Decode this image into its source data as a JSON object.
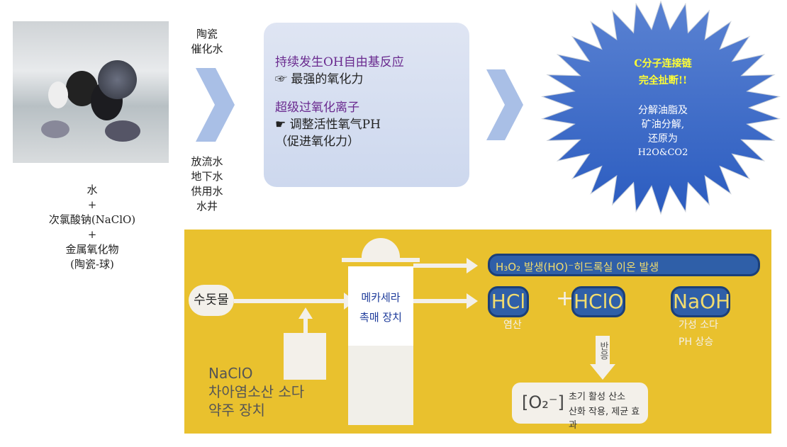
{
  "left_caption": {
    "lines": [
      "水",
      "+",
      "次氯酸钠(NaClO)",
      "+",
      "金属氧化物",
      "(陶瓷-球)"
    ]
  },
  "top_label": {
    "lines": [
      "陶瓷",
      "催化水"
    ]
  },
  "bottom_label": {
    "lines": [
      "放流水",
      "地下水",
      "供用水",
      "水井"
    ]
  },
  "center_box": {
    "h1": "持续发生OH自由基反应",
    "l1": "☞ 最强的氧化力",
    "h2": "超级过氧化离子",
    "l2": "☛ 调整活性氧气PH",
    "l3": "（促进氧化力）"
  },
  "starburst": {
    "y1": "C分子连接链",
    "y2": "完全扯断!!",
    "w1": "分解油脂及",
    "w2": "矿油分解,",
    "w3": "还原为",
    "w4": "H2O&CO2"
  },
  "korean": {
    "source": "수돗물",
    "device1": "메카세라",
    "device2": "촉매 장치",
    "h2o2": "H₃O₂ 발생(HO)⁻히드록실 이온 발생",
    "hcl": "HCl",
    "plus": "+",
    "hclo": "HClO",
    "naoh": "NaOH",
    "hcl_sub": "염산",
    "naoh_sub1": "가성 소다",
    "naoh_sub2": "PH 상승",
    "react": "반응",
    "o2": "[O₂⁻]",
    "o2_l1": "초기 활성 산소",
    "o2_l2": "산화 작용, 제균 효과",
    "naclo1": "NaClO",
    "naclo2": "차아염소산 소다",
    "naclo3": "약주 장치"
  }
}
